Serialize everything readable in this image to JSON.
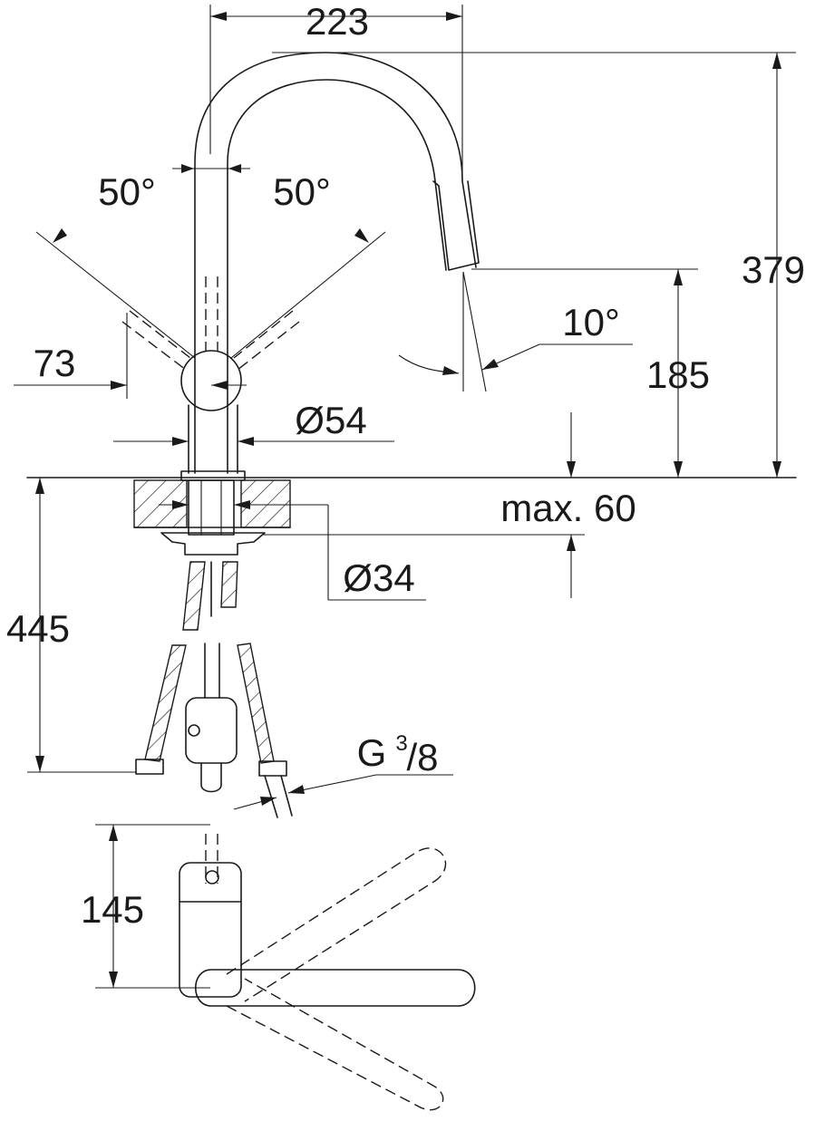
{
  "labels": {
    "width_223": "223",
    "angle_left": "50°",
    "angle_right": "50°",
    "height_379": "379",
    "angle_spout": "10°",
    "height_185": "185",
    "offset_73": "73",
    "dia_54": "Ø54",
    "max_60": "max. 60",
    "dia_34": "Ø34",
    "depth_445": "445",
    "thread_g": "G",
    "thread_num": "3",
    "thread_den": "/8",
    "lever_145": "145"
  }
}
